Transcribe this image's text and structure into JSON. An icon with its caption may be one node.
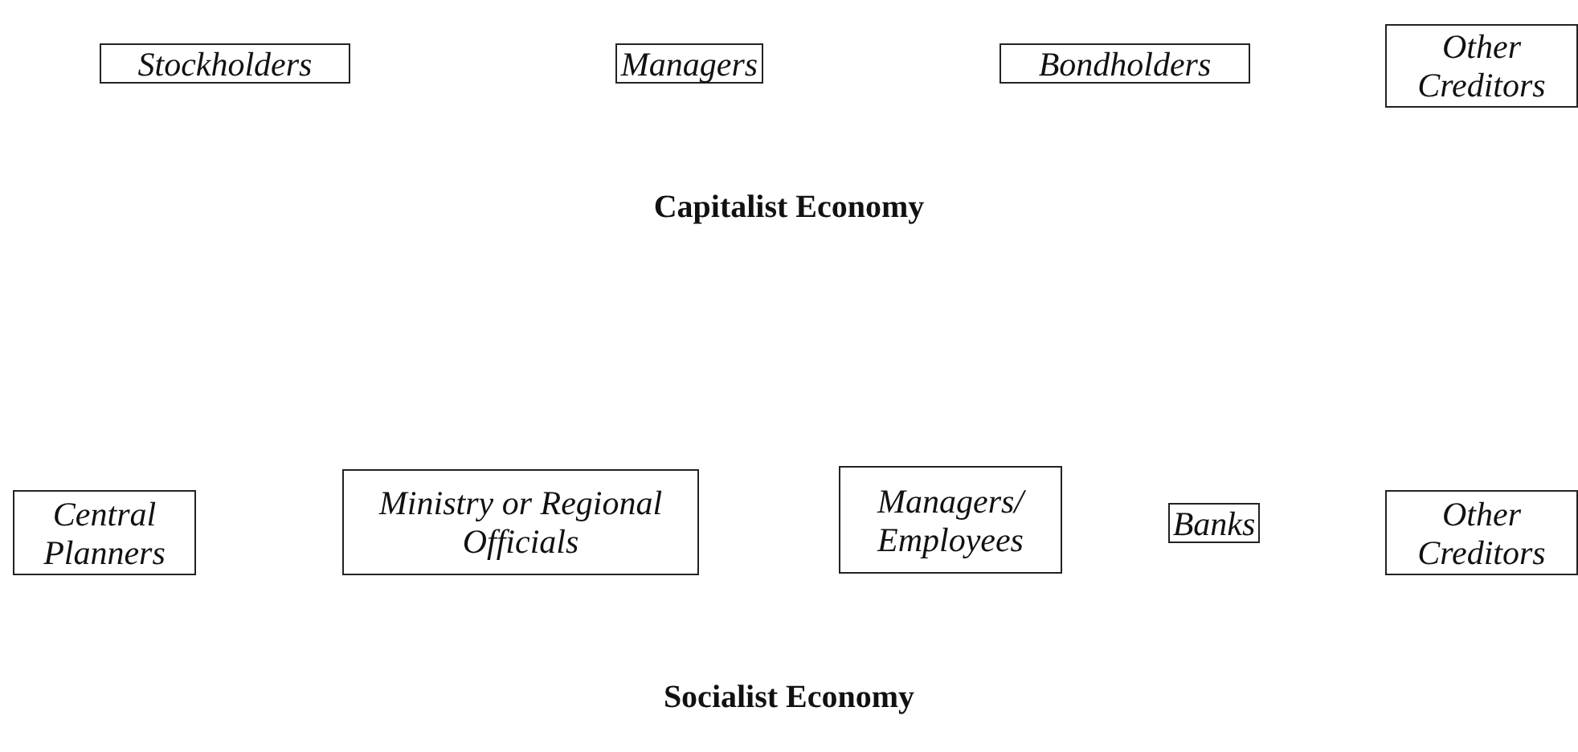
{
  "diagram": {
    "nodes": [
      {
        "text": [
          "Stockholders"
        ]
      },
      {
        "text": [
          "Managers"
        ]
      },
      {
        "text": [
          "Bondholders"
        ]
      },
      {
        "text": [
          "Other Creditors"
        ]
      },
      {
        "text": [
          "Central Planners"
        ]
      },
      {
        "text": [
          "Ministry or Regional Officials"
        ]
      },
      {
        "text": [
          "Managers/ Employees"
        ]
      },
      {
        "text": [
          "Banks"
        ]
      },
      {
        "text": [
          "Other Creditors"
        ]
      }
    ],
    "edges": [],
    "labels": [
      "Capitalist Economy",
      "Socialist Economy"
    ]
  }
}
